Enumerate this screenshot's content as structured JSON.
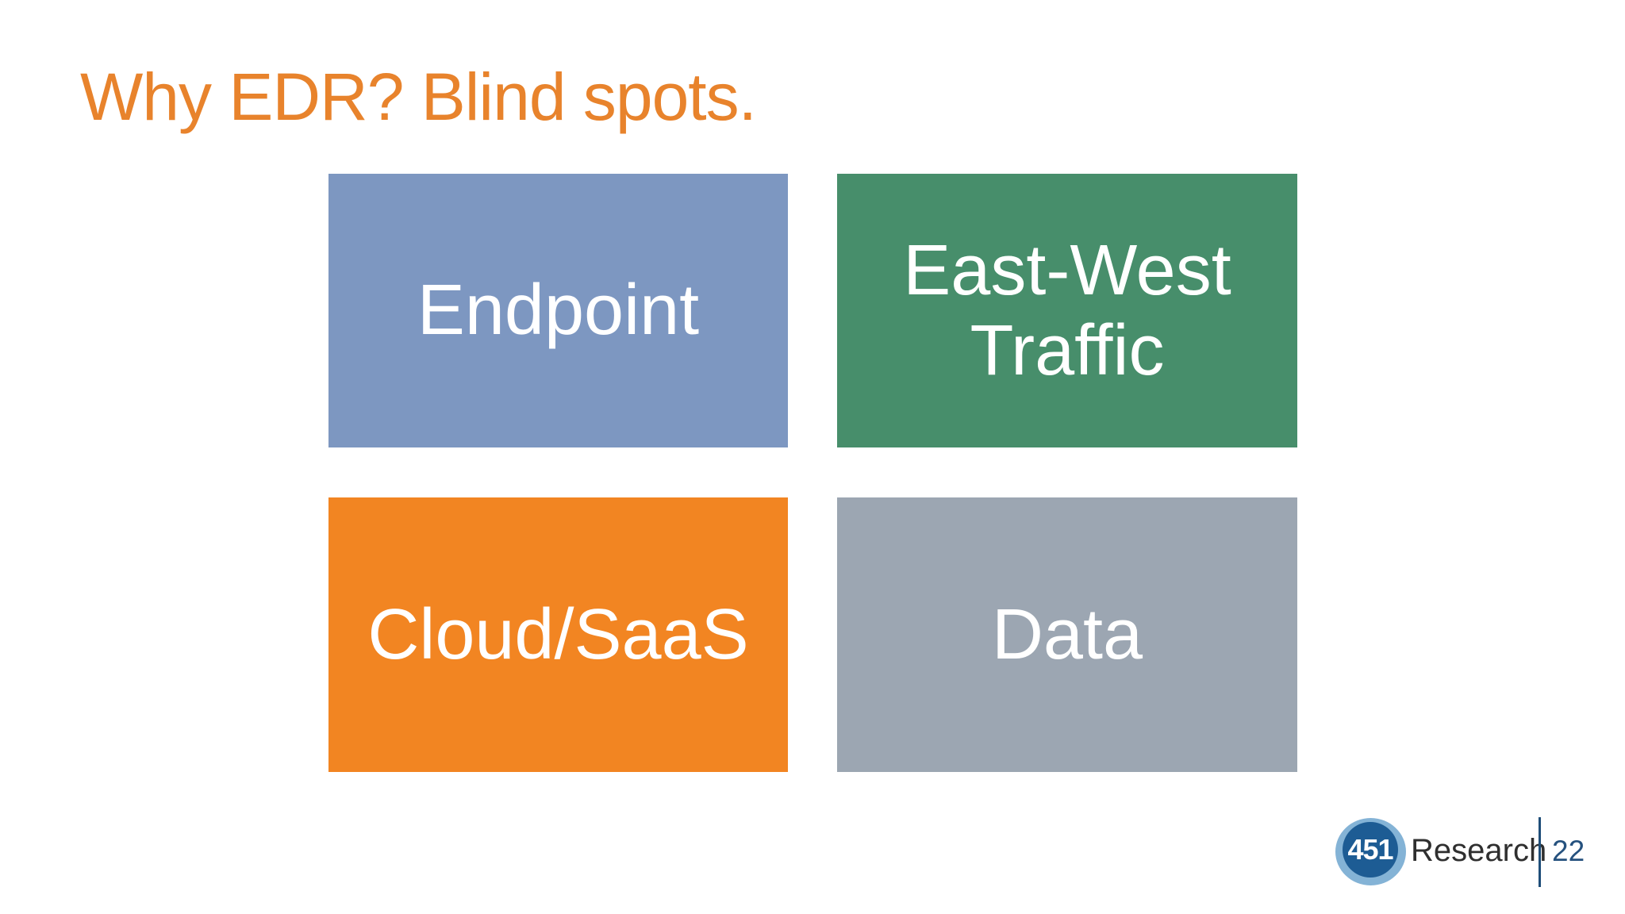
{
  "slide": {
    "title": "Why EDR? Blind spots.",
    "title_color": "#E8832C"
  },
  "blind_spots": {
    "text_color": "#FFFFFF",
    "boxes": [
      {
        "label": "Endpoint",
        "color": "#7D97C1"
      },
      {
        "label": "East-West Traffic",
        "color": "#478E6B"
      },
      {
        "label": "Cloud/SaaS",
        "color": "#F28522"
      },
      {
        "label": "Data",
        "color": "#9CA6B2"
      }
    ]
  },
  "footer": {
    "logo": {
      "badge_text": "451",
      "brand_text": "Research",
      "badge_color_dark": "#1D5C94",
      "badge_color_light": "#6FA6CF",
      "brand_text_color": "#2F2F2F"
    },
    "divider_color": "#1F4E79",
    "page_number": "22",
    "page_number_color": "#25517E"
  }
}
